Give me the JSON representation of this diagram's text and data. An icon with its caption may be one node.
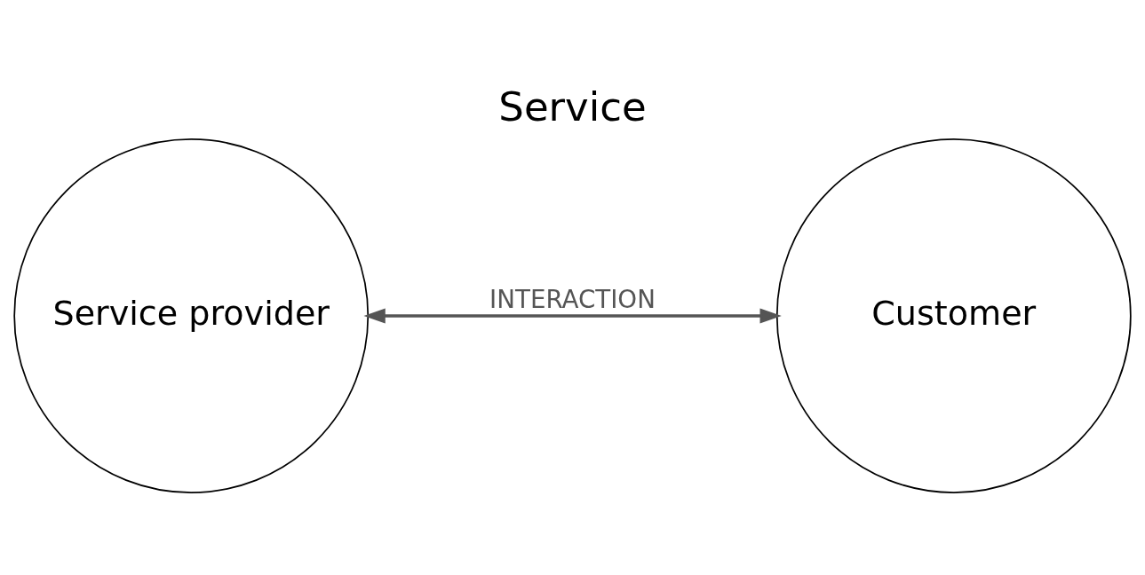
{
  "diagram": {
    "title": "Service",
    "nodes": [
      {
        "text": [
          "Service provider"
        ]
      },
      {
        "text": [
          "Customer"
        ]
      }
    ],
    "edges": [
      {
        "from": 0,
        "to": 1,
        "arrow": "both",
        "label": "INTERACTION"
      }
    ]
  }
}
